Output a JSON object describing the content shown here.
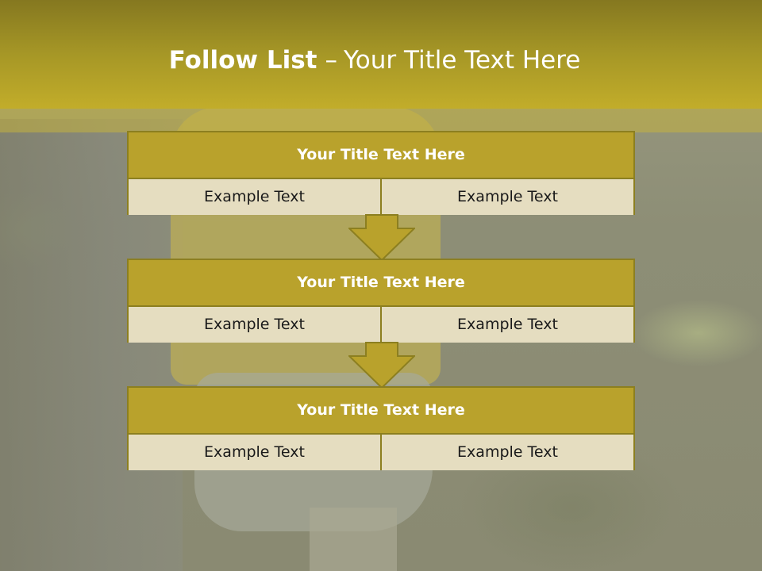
{
  "slide": {
    "title_bold": "Follow List",
    "title_dash": "–",
    "title_rest": "Your Title Text Here"
  },
  "blocks": [
    {
      "heading": "Your Title Text Here",
      "left": "Example Text",
      "right": "Example Text"
    },
    {
      "heading": "Your Title Text Here",
      "left": "Example Text",
      "right": "Example Text"
    },
    {
      "heading": "Your Title Text Here",
      "left": "Example Text",
      "right": "Example Text"
    }
  ],
  "colors": {
    "header": "#a69726",
    "block_header": "#b9a22c",
    "block_border": "#8c7f20",
    "cell": "#e5ddc0"
  },
  "icons": [
    "down-arrow-icon",
    "down-arrow-icon"
  ]
}
